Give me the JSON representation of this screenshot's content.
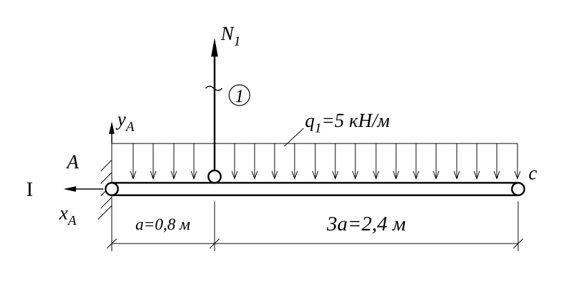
{
  "labels": {
    "force_N": "N",
    "force_N_sub": "1",
    "rod_number": "1",
    "reaction_y": "y",
    "reaction_y_sub": "A",
    "reaction_x": "x",
    "reaction_x_sub": "A",
    "point_A": "A",
    "point_C": "c",
    "section": "I",
    "load_q": "q",
    "load_q_sub": "1",
    "load_value": "=5 кН/м",
    "dim_a": "a=0,8 м",
    "dim_3a": "3a=2,4 м"
  },
  "colors": {
    "line": "#000000",
    "background": "#ffffff"
  }
}
